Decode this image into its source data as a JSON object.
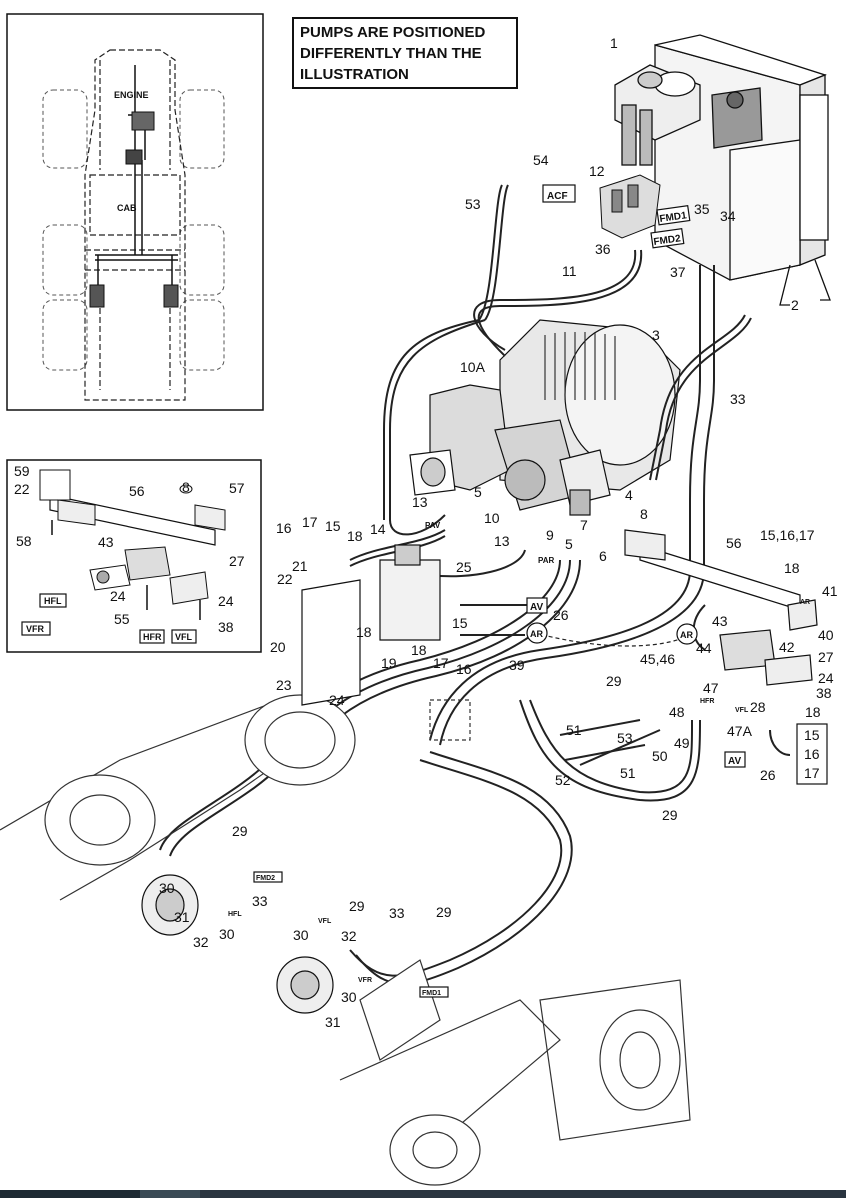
{
  "note": {
    "lines": [
      "PUMPS ARE POSITIONED",
      "DIFFERENTLY THAN THE",
      "ILLUSTRATION"
    ]
  },
  "overview": {
    "engine": "ENGINE",
    "cab": "CAB"
  },
  "boxed_tags": {
    "acf": "ACF",
    "fmd1_top": "FMD1",
    "fmd2_top": "FMD2",
    "av_mid": "AV",
    "av_low": "AV",
    "fmd2_low": "FMD2",
    "fmd1_low": "FMD1",
    "hfl": "HFL",
    "vfr": "VFR",
    "hfr": "HFR",
    "vfl": "VFL",
    "ref_stack": [
      "15",
      "16",
      "17"
    ]
  },
  "circle_tags": {
    "ar_mid": "AR",
    "ar_right": "AR"
  },
  "small_tags": {
    "pav": "PAV",
    "par": "PAR",
    "av_r": "AR",
    "hfr_r": "HFR",
    "vfl_r": "VFL",
    "hfl_l": "HFL",
    "vfl_l": "VFL",
    "vfr_l": "VFR"
  },
  "callouts": [
    {
      "id": "c1",
      "text": "1"
    },
    {
      "id": "c2",
      "text": "2"
    },
    {
      "id": "c3",
      "text": "3"
    },
    {
      "id": "c4",
      "text": "4"
    },
    {
      "id": "c5a",
      "text": "5"
    },
    {
      "id": "c5b",
      "text": "5"
    },
    {
      "id": "c6",
      "text": "6"
    },
    {
      "id": "c7",
      "text": "7"
    },
    {
      "id": "c8a",
      "text": "8"
    },
    {
      "id": "c8b",
      "text": "8"
    },
    {
      "id": "c9",
      "text": "9"
    },
    {
      "id": "c10",
      "text": "10"
    },
    {
      "id": "c10a",
      "text": "10A"
    },
    {
      "id": "c11",
      "text": "11"
    },
    {
      "id": "c12",
      "text": "12"
    },
    {
      "id": "c13a",
      "text": "13"
    },
    {
      "id": "c13b",
      "text": "13"
    },
    {
      "id": "c14",
      "text": "14"
    },
    {
      "id": "c15a",
      "text": "15"
    },
    {
      "id": "c15b",
      "text": "15"
    },
    {
      "id": "c151617",
      "text": "15,16,17"
    },
    {
      "id": "c16a",
      "text": "16"
    },
    {
      "id": "c16b",
      "text": "16"
    },
    {
      "id": "c17a",
      "text": "17"
    },
    {
      "id": "c17b",
      "text": "17"
    },
    {
      "id": "c18a",
      "text": "18"
    },
    {
      "id": "c18b",
      "text": "18"
    },
    {
      "id": "c18c",
      "text": "18"
    },
    {
      "id": "c18d",
      "text": "18"
    },
    {
      "id": "c18e",
      "text": "18"
    },
    {
      "id": "c19",
      "text": "19"
    },
    {
      "id": "c20",
      "text": "20"
    },
    {
      "id": "c21",
      "text": "21"
    },
    {
      "id": "c22a",
      "text": "22"
    },
    {
      "id": "c22b",
      "text": "22"
    },
    {
      "id": "c23",
      "text": "23"
    },
    {
      "id": "c24a",
      "text": "24"
    },
    {
      "id": "c24b",
      "text": "24"
    },
    {
      "id": "c24c",
      "text": "24"
    },
    {
      "id": "c24d",
      "text": "24"
    },
    {
      "id": "c25",
      "text": "25"
    },
    {
      "id": "c26a",
      "text": "26"
    },
    {
      "id": "c26b",
      "text": "26"
    },
    {
      "id": "c27a",
      "text": "27"
    },
    {
      "id": "c27b",
      "text": "27"
    },
    {
      "id": "c28",
      "text": "28"
    },
    {
      "id": "c29a",
      "text": "29"
    },
    {
      "id": "c29b",
      "text": "29"
    },
    {
      "id": "c29c",
      "text": "29"
    },
    {
      "id": "c29d",
      "text": "29"
    },
    {
      "id": "c29e",
      "text": "29"
    },
    {
      "id": "c30a",
      "text": "30"
    },
    {
      "id": "c30b",
      "text": "30"
    },
    {
      "id": "c30c",
      "text": "30"
    },
    {
      "id": "c30d",
      "text": "30"
    },
    {
      "id": "c31a",
      "text": "31"
    },
    {
      "id": "c31b",
      "text": "31"
    },
    {
      "id": "c32a",
      "text": "32"
    },
    {
      "id": "c32b",
      "text": "32"
    },
    {
      "id": "c33a",
      "text": "33"
    },
    {
      "id": "c33b",
      "text": "33"
    },
    {
      "id": "c33c",
      "text": "33"
    },
    {
      "id": "c34",
      "text": "34"
    },
    {
      "id": "c35",
      "text": "35"
    },
    {
      "id": "c36",
      "text": "36"
    },
    {
      "id": "c37",
      "text": "37"
    },
    {
      "id": "c38a",
      "text": "38"
    },
    {
      "id": "c38b",
      "text": "38"
    },
    {
      "id": "c39",
      "text": "39"
    },
    {
      "id": "c40",
      "text": "40"
    },
    {
      "id": "c41",
      "text": "41"
    },
    {
      "id": "c42",
      "text": "42"
    },
    {
      "id": "c43a",
      "text": "43"
    },
    {
      "id": "c43b",
      "text": "43"
    },
    {
      "id": "c44",
      "text": "44"
    },
    {
      "id": "c4546",
      "text": "45,46"
    },
    {
      "id": "c47",
      "text": "47"
    },
    {
      "id": "c47a",
      "text": "47A"
    },
    {
      "id": "c48",
      "text": "48"
    },
    {
      "id": "c49",
      "text": "49"
    },
    {
      "id": "c50",
      "text": "50"
    },
    {
      "id": "c51a",
      "text": "51"
    },
    {
      "id": "c51b",
      "text": "51"
    },
    {
      "id": "c52",
      "text": "52"
    },
    {
      "id": "c53a",
      "text": "53"
    },
    {
      "id": "c53b",
      "text": "53"
    },
    {
      "id": "c54",
      "text": "54"
    },
    {
      "id": "c55",
      "text": "55"
    },
    {
      "id": "c56a",
      "text": "56"
    },
    {
      "id": "c56b",
      "text": "56"
    },
    {
      "id": "c57",
      "text": "57"
    },
    {
      "id": "c58",
      "text": "58"
    },
    {
      "id": "c59",
      "text": "59"
    }
  ],
  "colors": {
    "line": "#111111",
    "hose": "#333333",
    "paper": "#ffffff",
    "shade": "#cfcfcf",
    "bar_dark": "#1e2a33",
    "bar_mid": "#3a4a55"
  }
}
